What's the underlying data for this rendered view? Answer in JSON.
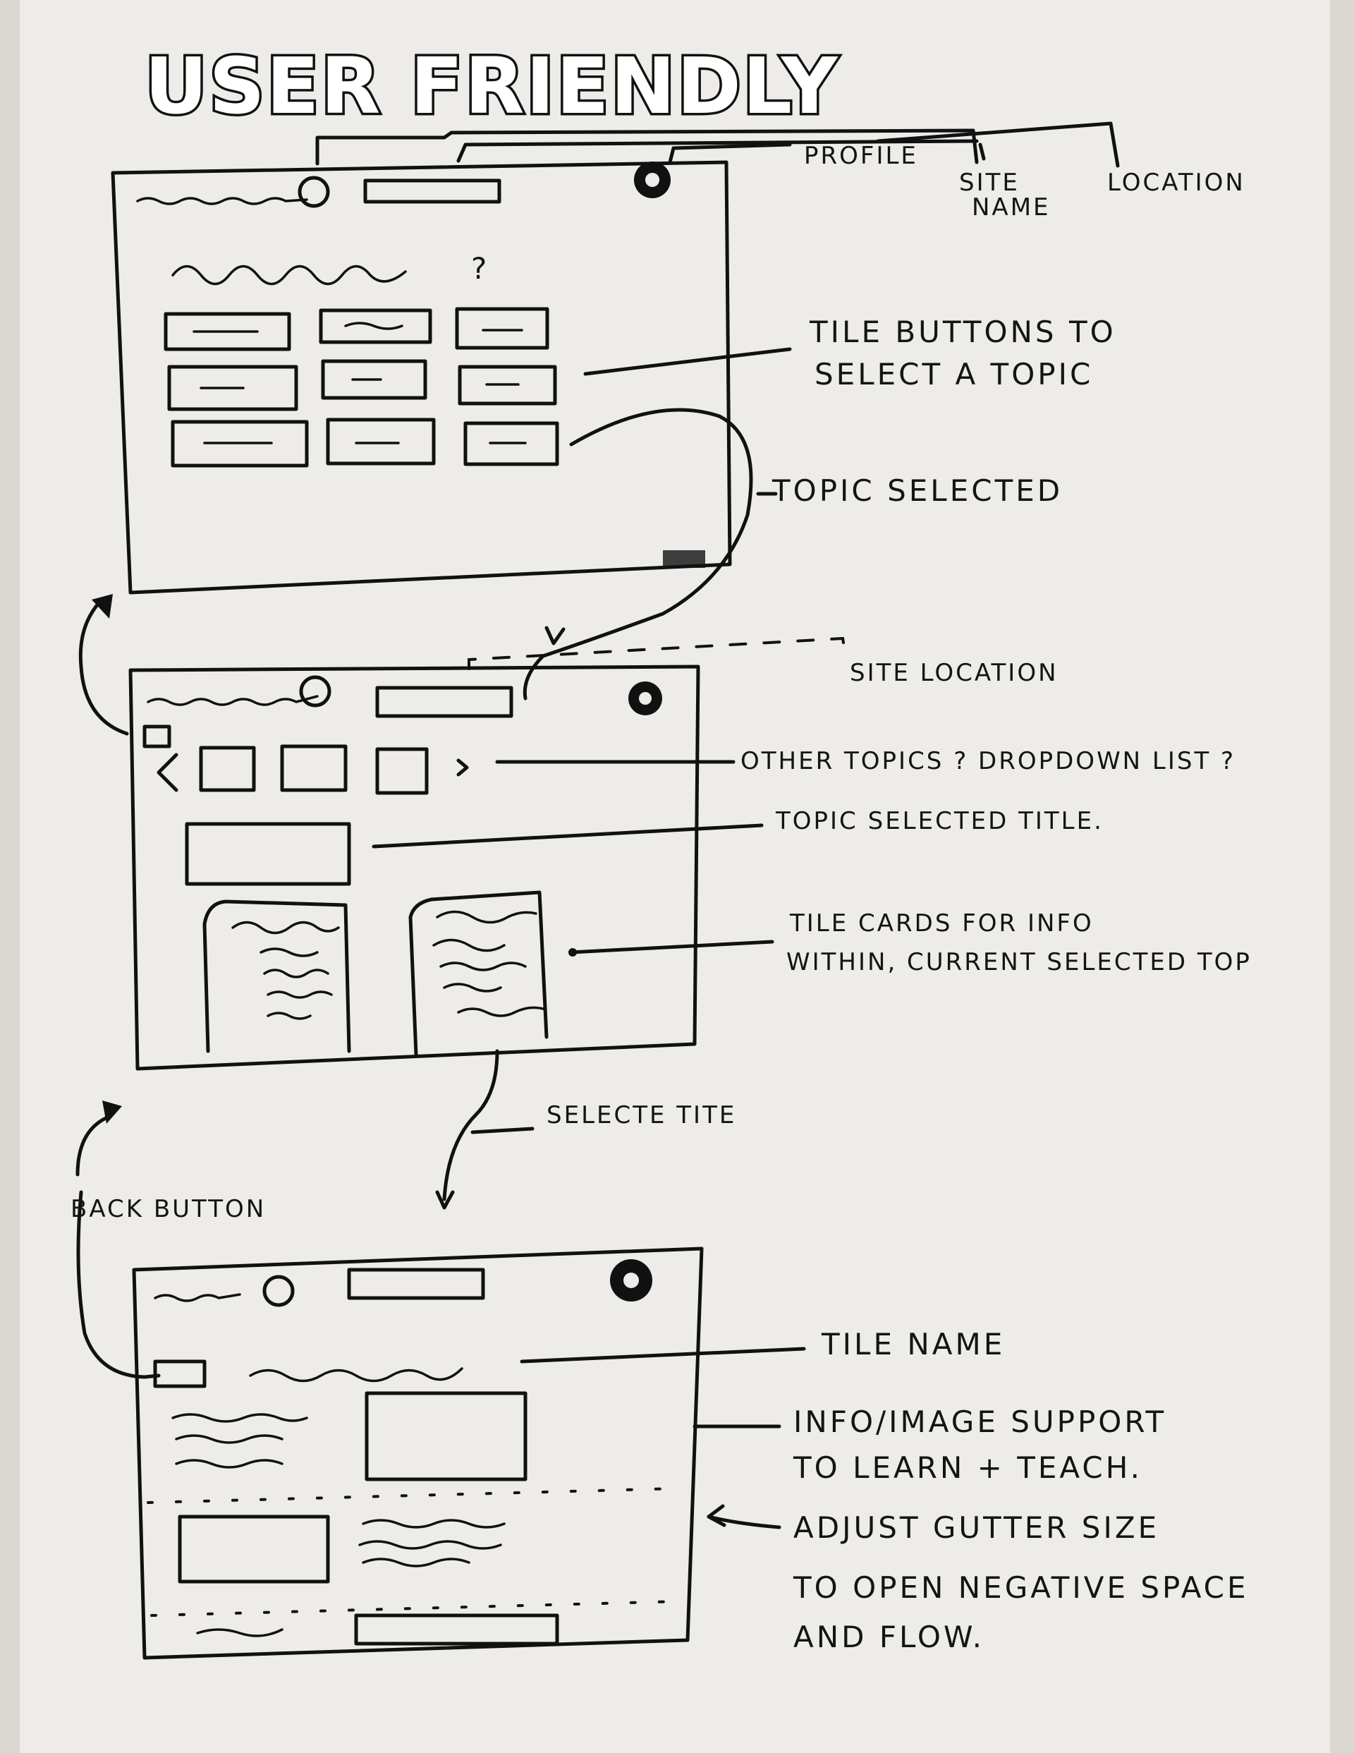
{
  "title": "USER FRIENDLY",
  "annotations": {
    "profile": "PROFILE",
    "site_name_1": "SITE",
    "site_name_2": "NAME",
    "location": "LOCATION",
    "tile_buttons_1": "TILE BUTTONS TO",
    "tile_buttons_2": "SELECT A TOPIC",
    "topic_selected": "TOPIC SELECTED",
    "site_location": "SITE LOCATION",
    "other_topics": "OTHER TOPICS ? DROPDOWN LIST ?",
    "topic_title": "TOPIC SELECTED TITLE.",
    "tile_cards_1": "TILE CARDS FOR INFO",
    "tile_cards_2": "WITHIN, CURRENT SELECTED TOP",
    "selecte_tite": "SELECTE TITE",
    "back_button": "BACK BUTTON",
    "tile_name": "TILE NAME",
    "info_image_1": "INFO/IMAGE SUPPORT",
    "info_image_2": "TO LEARN + TEACH.",
    "gutter_1": "ADJUST GUTTER SIZE",
    "gutter_2": "TO OPEN NEGATIVE SPACE",
    "gutter_3": "AND FLOW.",
    "question_mark": "?"
  }
}
